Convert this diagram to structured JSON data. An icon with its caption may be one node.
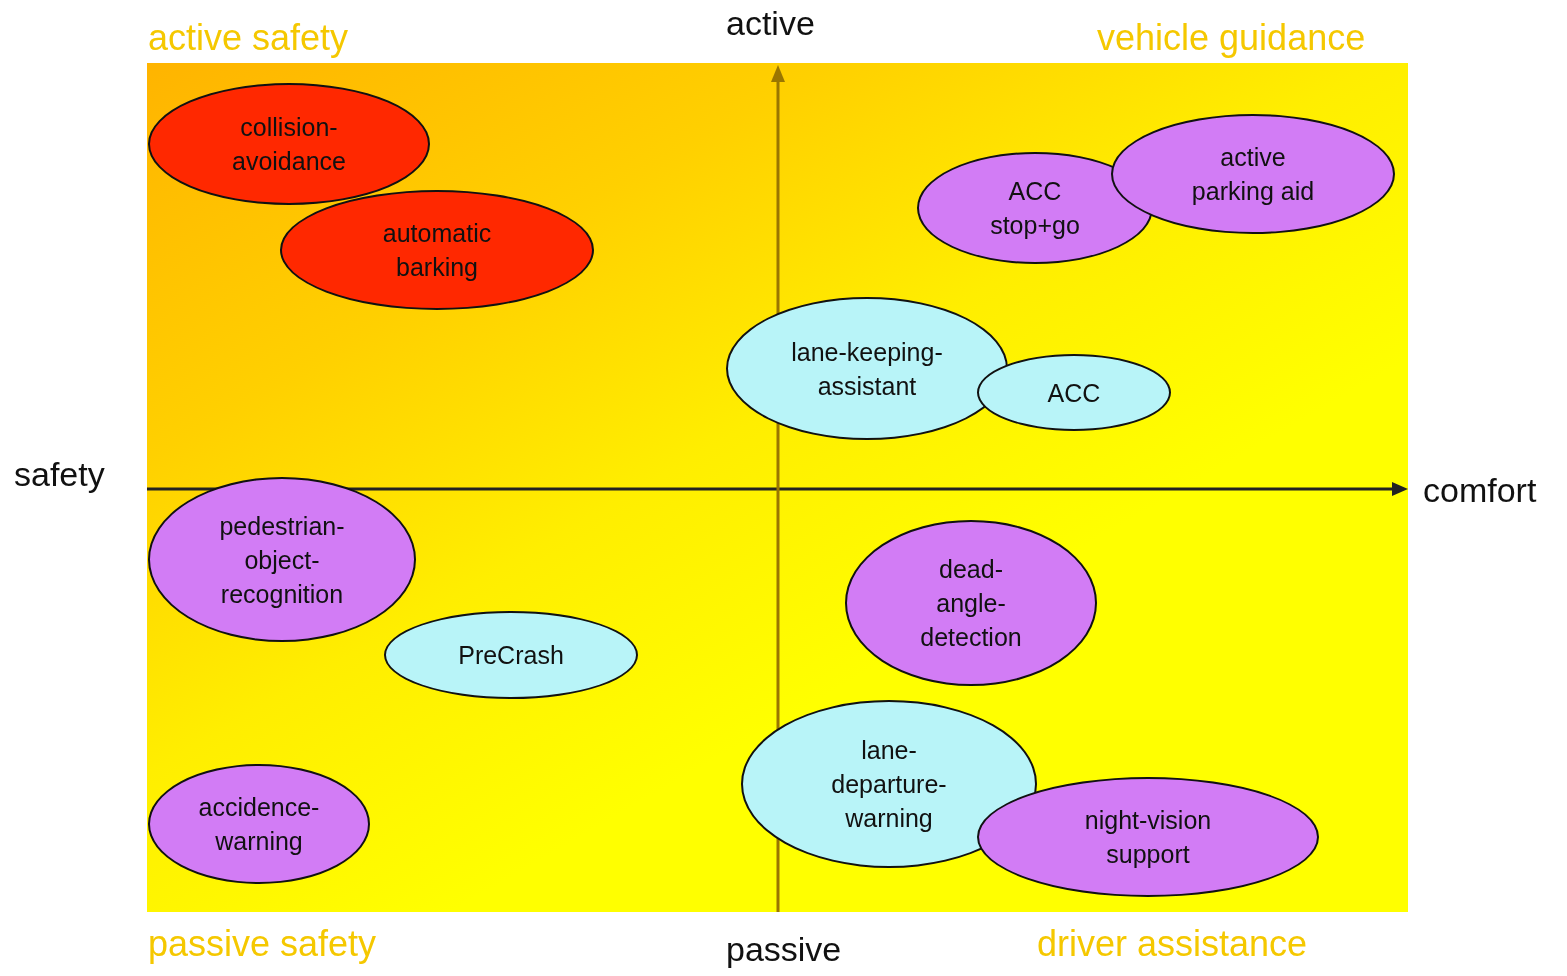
{
  "diagram": {
    "nodes": [
      {
        "text": [
          "collision- avoidance"
        ]
      },
      {
        "text": [
          "automatic barking"
        ]
      },
      {
        "text": [
          "ACC stop+go"
        ]
      },
      {
        "text": [
          "active parking aid"
        ]
      },
      {
        "text": [
          "lane-keeping- assistant"
        ]
      },
      {
        "text": [
          "ACC"
        ]
      },
      {
        "text": [
          "pedestrian- object- recognition"
        ]
      },
      {
        "text": [
          "dead- angle- detection"
        ]
      },
      {
        "text": [
          "PreCrash"
        ]
      },
      {
        "text": [
          "lane- departure- warning"
        ]
      },
      {
        "text": [
          "accidence- warning"
        ]
      },
      {
        "text": [
          "night-vision support"
        ]
      }
    ],
    "labels": [
      "active safety",
      "active",
      "vehicle guidance",
      "safety",
      "comfort",
      "passive safety",
      "passive",
      "driver assistance"
    ]
  }
}
